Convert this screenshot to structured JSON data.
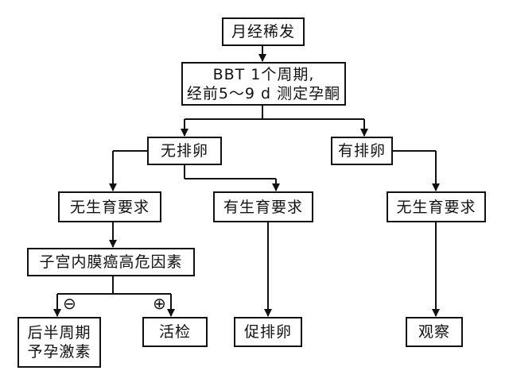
{
  "nodes": {
    "start": "月经稀发",
    "bbt_line1": "BBT 1个周期,",
    "bbt_line2": "经前5～9 d 测定孕酮",
    "no_ovulation": "无排卵",
    "ovulation": "有排卵",
    "no_fertility_left": "无生育要求",
    "fertility_mid": "有生育要求",
    "no_fertility_right": "无生育要求",
    "risk_factors": "子宫内膜癌高危因素",
    "progesterone_line1": "后半周期",
    "progesterone_line2": "予孕激素",
    "biopsy": "活检",
    "induce_ovulation": "促排卵",
    "observe": "观察"
  },
  "signs": {
    "negative": "⊖",
    "positive": "⊕"
  }
}
